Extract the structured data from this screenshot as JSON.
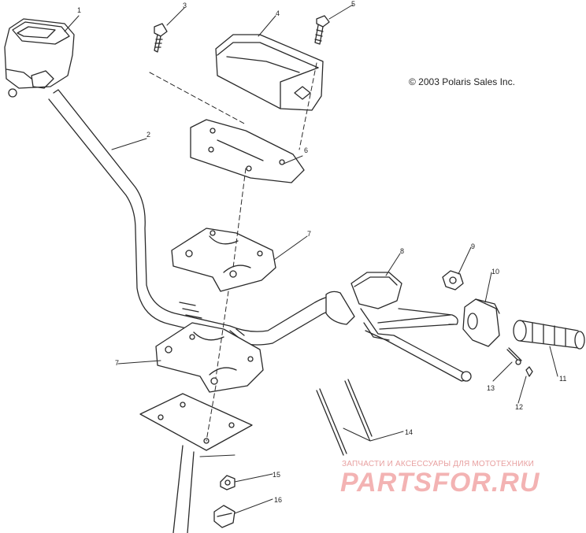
{
  "copyright": "© 2003 Polaris Sales Inc.",
  "watermark": {
    "tagline": "ЗАПЧАСТИ И АКСЕССУАРЫ ДЛЯ МОТОТЕХНИКИ",
    "logo": "PARTSFOR.RU"
  },
  "callouts": [
    "1",
    "2",
    "3",
    "4",
    "5",
    "6",
    "7",
    "8",
    "9",
    "10",
    "11",
    "12",
    "13",
    "14",
    "15",
    "16",
    "7"
  ],
  "colors": {
    "line": "#2a2a2a",
    "watermark": "#f3b3b3"
  }
}
